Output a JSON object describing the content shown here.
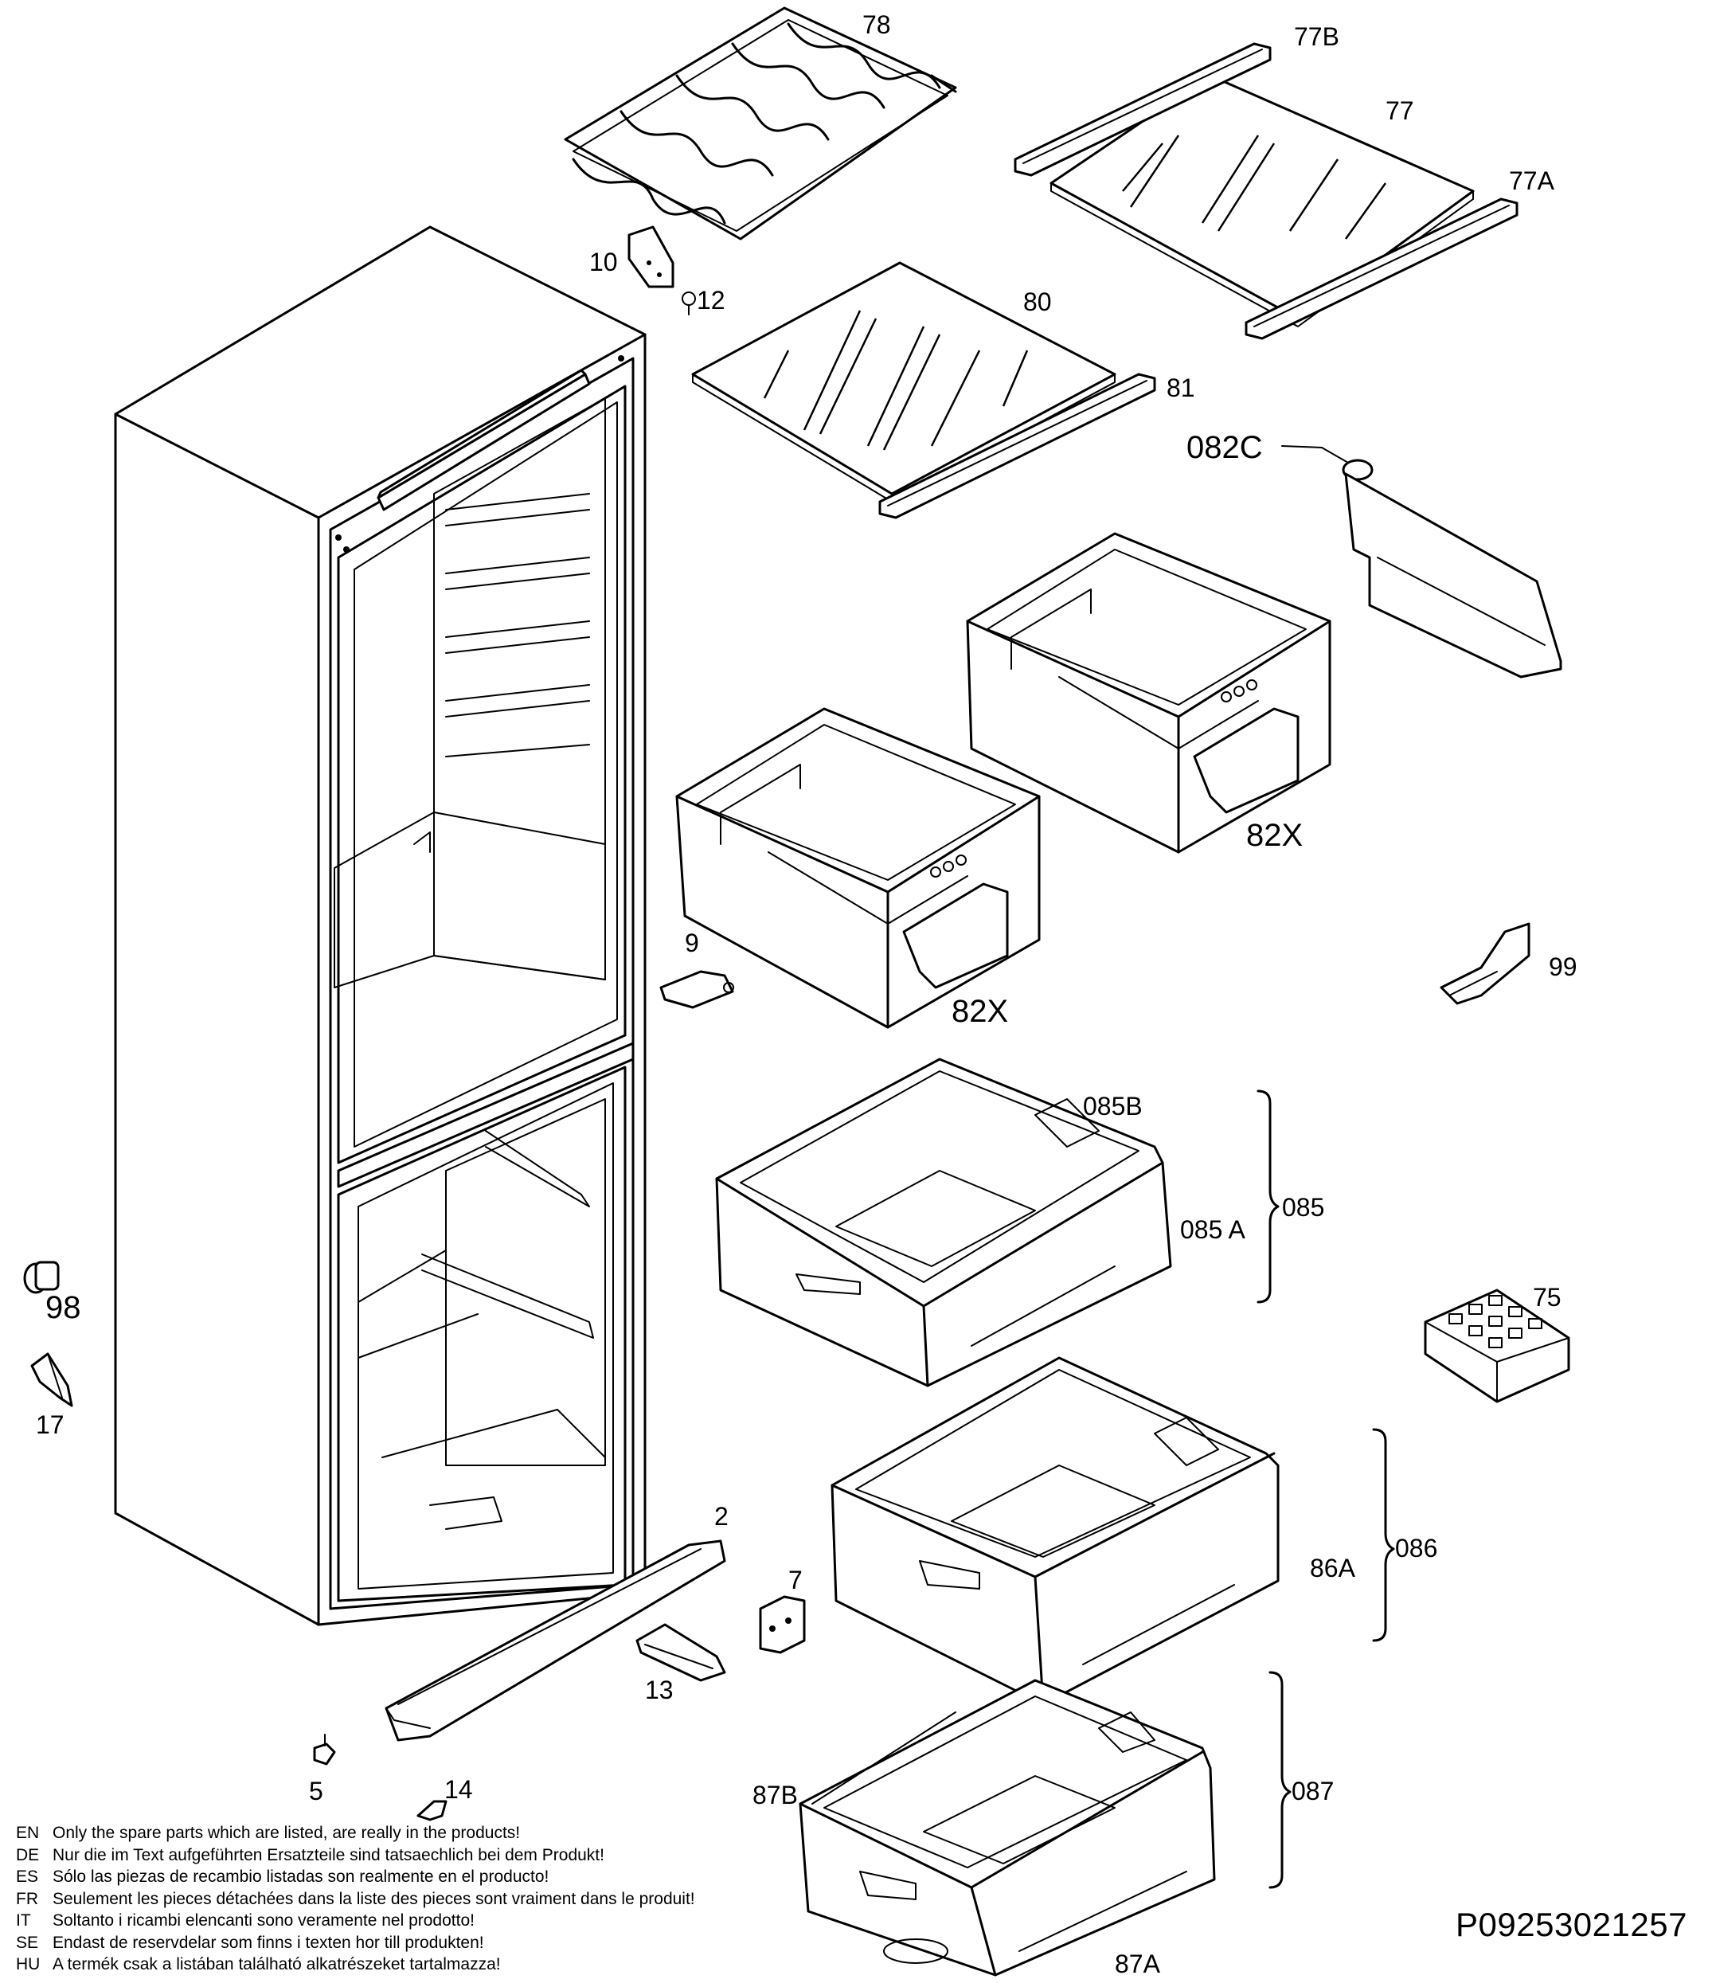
{
  "labels": {
    "p78": "78",
    "p77B": "77B",
    "p77": "77",
    "p77A": "77A",
    "p10": "10",
    "p12": "12",
    "p80": "80",
    "p81": "81",
    "p082C": "082C",
    "p82X_right": "82X",
    "p82X_left": "82X",
    "p9": "9",
    "p99": "99",
    "p085B": "085B",
    "p085A": "085 A",
    "p085": "085",
    "p75": "75",
    "p98": "98",
    "p17": "17",
    "p2": "2",
    "p7": "7",
    "p13": "13",
    "p86A": "86A",
    "p086": "086",
    "p5": "5",
    "p14": "14",
    "p87B": "87B",
    "p087": "087",
    "p87A": "87A"
  },
  "notice": [
    {
      "lang": "EN",
      "text": "Only the spare parts which are listed, are really in the products!"
    },
    {
      "lang": "DE",
      "text": "Nur die im Text aufgeführten Ersatzteile sind tatsaechlich bei dem Produkt!"
    },
    {
      "lang": "ES",
      "text": "Sólo las piezas de recambio  listadas son realmente en el producto!"
    },
    {
      "lang": "FR",
      "text": "Seulement les pieces détachées dans la liste des pieces sont vraiment dans le produit!"
    },
    {
      "lang": "IT",
      "text": "Soltanto i ricambi elencanti sono veramente nel prodotto!"
    },
    {
      "lang": "SE",
      "text": "Endast de reservdelar som finns i texten hor till produkten!"
    },
    {
      "lang": "HU",
      "text": "A termék csak a listában található alkatrészeket tartalmazza!"
    }
  ],
  "drawing_id": "P09253021257"
}
